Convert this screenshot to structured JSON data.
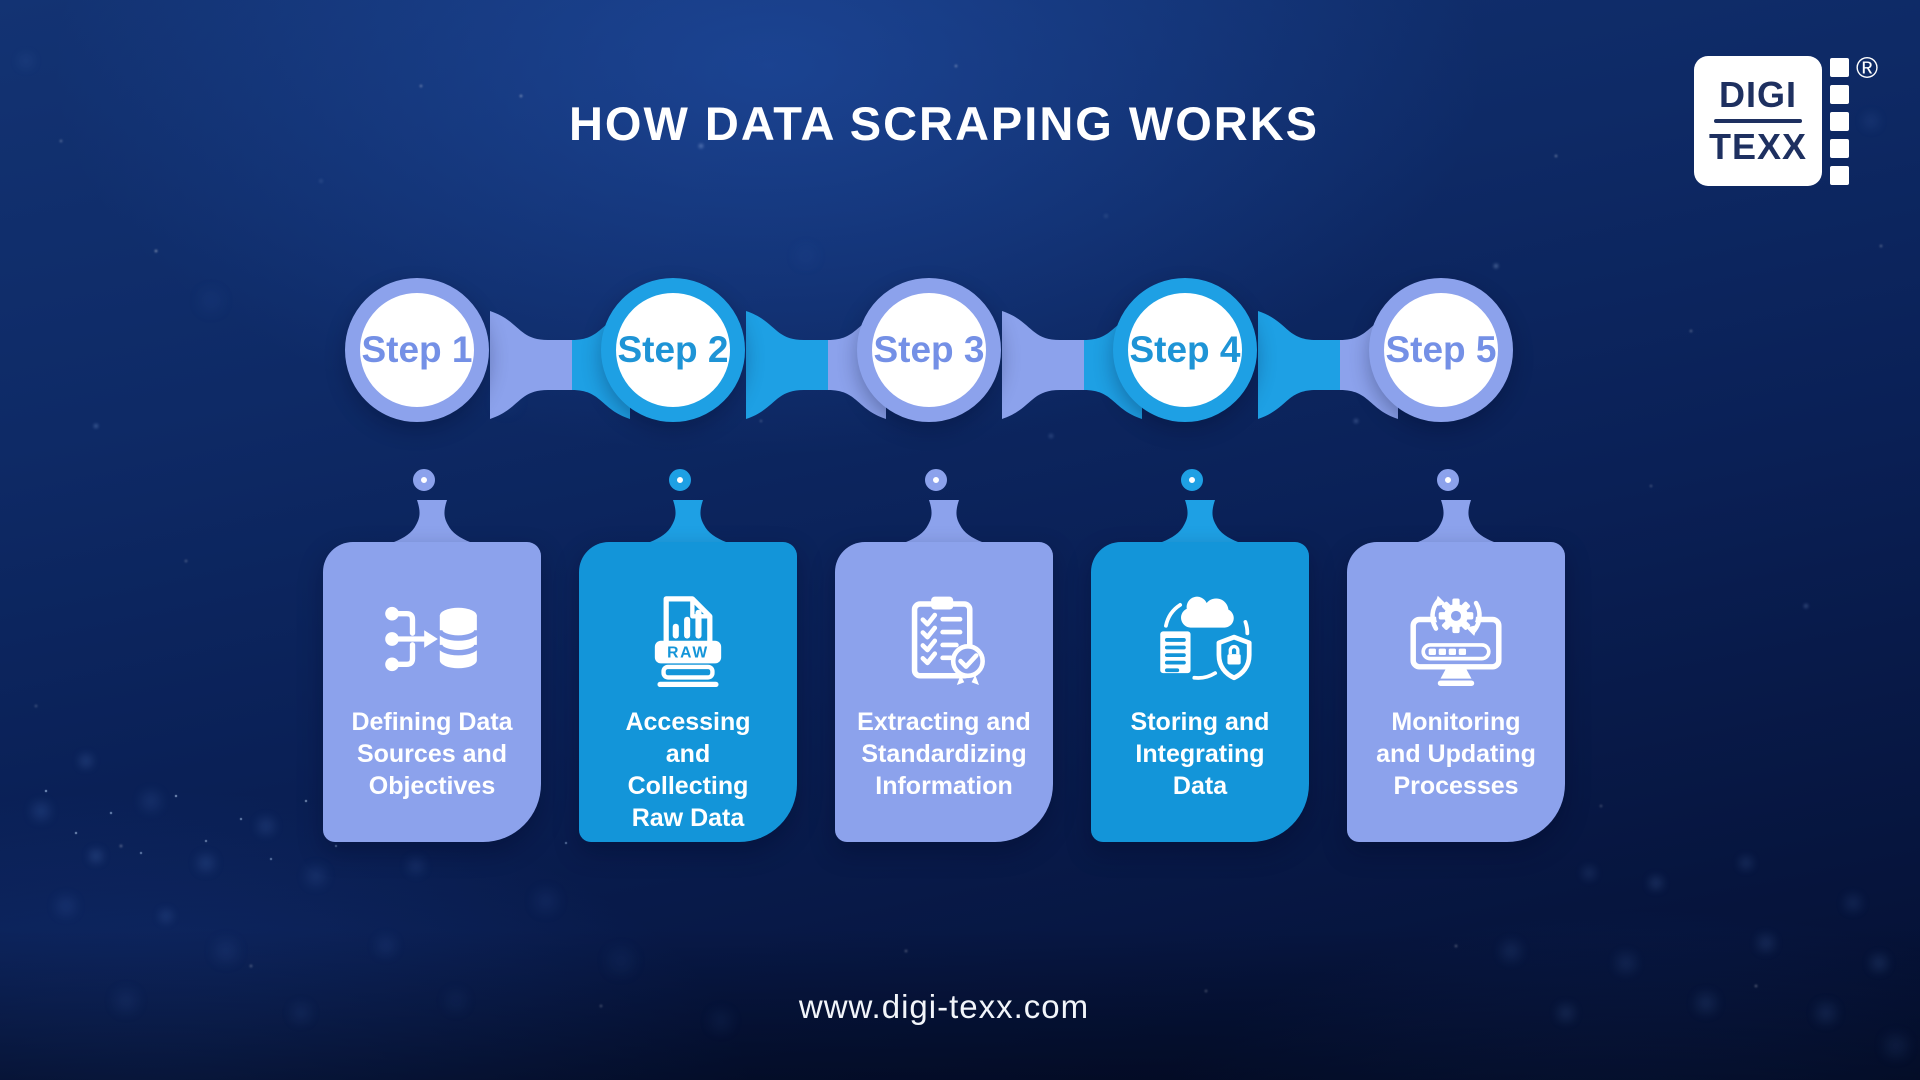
{
  "title": "HOW DATA SCRAPING WORKS",
  "logo": {
    "word1": "DIGI",
    "word2": "TEXX",
    "registered": "®"
  },
  "footer_url": "www.digi-texx.com",
  "colors": {
    "periwinkle": "#8CA2EC",
    "periwinkle_text": "#7490E6",
    "bright_blue_ring": "#1EA0E4",
    "card_blue": "#1395D9",
    "blue_text": "#1E94D6",
    "background_navy": "#0A2056",
    "logo_navy": "#1E3060",
    "white": "#FFFFFF"
  },
  "steps": [
    {
      "label": "Step 1",
      "theme": "periwinkle",
      "icon": "data-sources-icon",
      "description": "Defining Data\nSources and\nObjectives"
    },
    {
      "label": "Step 2",
      "theme": "blue",
      "icon": "raw-file-icon",
      "icon_text": "RAW",
      "description": "Accessing\nand\nCollecting\nRaw Data"
    },
    {
      "label": "Step 3",
      "theme": "periwinkle",
      "icon": "checklist-icon",
      "description": "Extracting and\nStandardizing\nInformation"
    },
    {
      "label": "Step 4",
      "theme": "blue",
      "icon": "cloud-security-icon",
      "description": "Storing and\nIntegrating\nData"
    },
    {
      "label": "Step 5",
      "theme": "periwinkle",
      "icon": "monitor-update-icon",
      "description": "Monitoring\nand Updating\nProcesses"
    }
  ]
}
